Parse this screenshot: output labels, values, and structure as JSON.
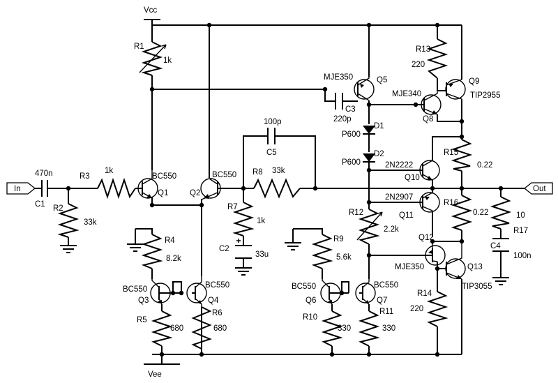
{
  "rails": {
    "vcc": "Vcc",
    "vee": "Vee"
  },
  "ports": {
    "in": "In",
    "out": "Out"
  },
  "capacitors": {
    "c1": {
      "ref": "C1",
      "value": "470n"
    },
    "c2": {
      "ref": "C2",
      "value": "33u"
    },
    "c3": {
      "ref": "C3",
      "value": "220p"
    },
    "c4": {
      "ref": "C4",
      "value": "100n"
    },
    "c5": {
      "ref": "C5",
      "value": "100p"
    }
  },
  "resistors": {
    "r1": {
      "ref": "R1",
      "value": "1k"
    },
    "r2": {
      "ref": "R2",
      "value": "33k"
    },
    "r3": {
      "ref": "R3",
      "value": "1k"
    },
    "r4": {
      "ref": "R4",
      "value": "8.2k"
    },
    "r5": {
      "ref": "R5",
      "value": "680"
    },
    "r6": {
      "ref": "R6",
      "value": "680"
    },
    "r7": {
      "ref": "R7",
      "value": "1k"
    },
    "r8": {
      "ref": "R8",
      "value": "33k"
    },
    "r9": {
      "ref": "R9",
      "value": "5.6k"
    },
    "r10": {
      "ref": "R10",
      "value": "330"
    },
    "r11": {
      "ref": "R11",
      "value": "330"
    },
    "r12": {
      "ref": "R12",
      "value": "2.2k"
    },
    "r13": {
      "ref": "R13",
      "value": "220"
    },
    "r14": {
      "ref": "R14",
      "value": "220"
    },
    "r15": {
      "ref": "R15",
      "value": "0.22"
    },
    "r16": {
      "ref": "R16",
      "value": "0.22"
    },
    "r17": {
      "ref": "R17",
      "value": "10"
    }
  },
  "transistors": {
    "q1": {
      "ref": "Q1",
      "part": "BC550"
    },
    "q2": {
      "ref": "Q2",
      "part": "BC550"
    },
    "q3": {
      "ref": "Q3",
      "part": "BC550"
    },
    "q4": {
      "ref": "Q4",
      "part": "BC550"
    },
    "q5": {
      "ref": "Q5",
      "part": "MJE350"
    },
    "q6": {
      "ref": "Q6",
      "part": "BC550"
    },
    "q7": {
      "ref": "Q7",
      "part": "BC550"
    },
    "q8": {
      "ref": "Q8",
      "part": "MJE340"
    },
    "q9": {
      "ref": "Q9",
      "part": "TIP2955"
    },
    "q10": {
      "ref": "Q10",
      "part": "2N2222"
    },
    "q11": {
      "ref": "Q11",
      "part": "2N2907"
    },
    "q12": {
      "ref": "Q12",
      "part": "MJE350"
    },
    "q13": {
      "ref": "Q13",
      "part": "TIP3055"
    }
  },
  "diodes": {
    "d1": {
      "ref": "D1",
      "part": "P600"
    },
    "d2": {
      "ref": "D2",
      "part": "P600"
    }
  }
}
